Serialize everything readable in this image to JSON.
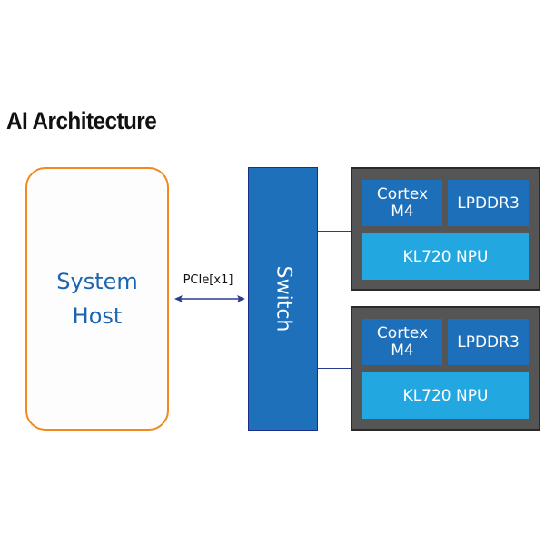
{
  "title": "AI Architecture",
  "host": {
    "line1": "System",
    "line2": "Host"
  },
  "link": {
    "label": "PCIe[x1]"
  },
  "switch": {
    "label": "Switch"
  },
  "modules": [
    {
      "cortex_line1": "Cortex",
      "cortex_line2": "M4",
      "memory": "LPDDR3",
      "npu": "KL720 NPU"
    },
    {
      "cortex_line1": "Cortex",
      "cortex_line2": "M4",
      "memory": "LPDDR3",
      "npu": "KL720 NPU"
    }
  ],
  "colors": {
    "host_border": "#f08a1c",
    "host_text": "#1d63ae",
    "switch_fill": "#1e70ba",
    "module_fill": "#555556",
    "chip_fill": "#1e6fba",
    "npu_fill": "#22a7e0",
    "link_color": "#2c3a8c"
  }
}
